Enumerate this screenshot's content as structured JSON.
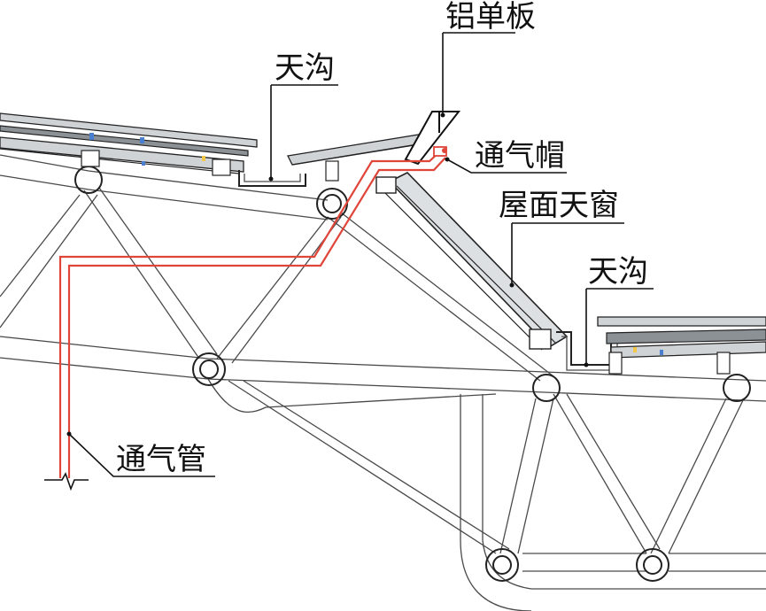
{
  "labels": {
    "aluminum_panel": "铝单板",
    "gutter_left": "天沟",
    "vent_cap": "通气帽",
    "roof_skylight": "屋面天窗",
    "gutter_right": "天沟",
    "vent_pipe": "通气管"
  },
  "colors": {
    "vent_pipe": "#e0453a",
    "line": "#222222",
    "panel_fill": "#cfd3d6",
    "accent_blue": "#4a7fd0",
    "accent_yellow": "#f2c84b"
  }
}
